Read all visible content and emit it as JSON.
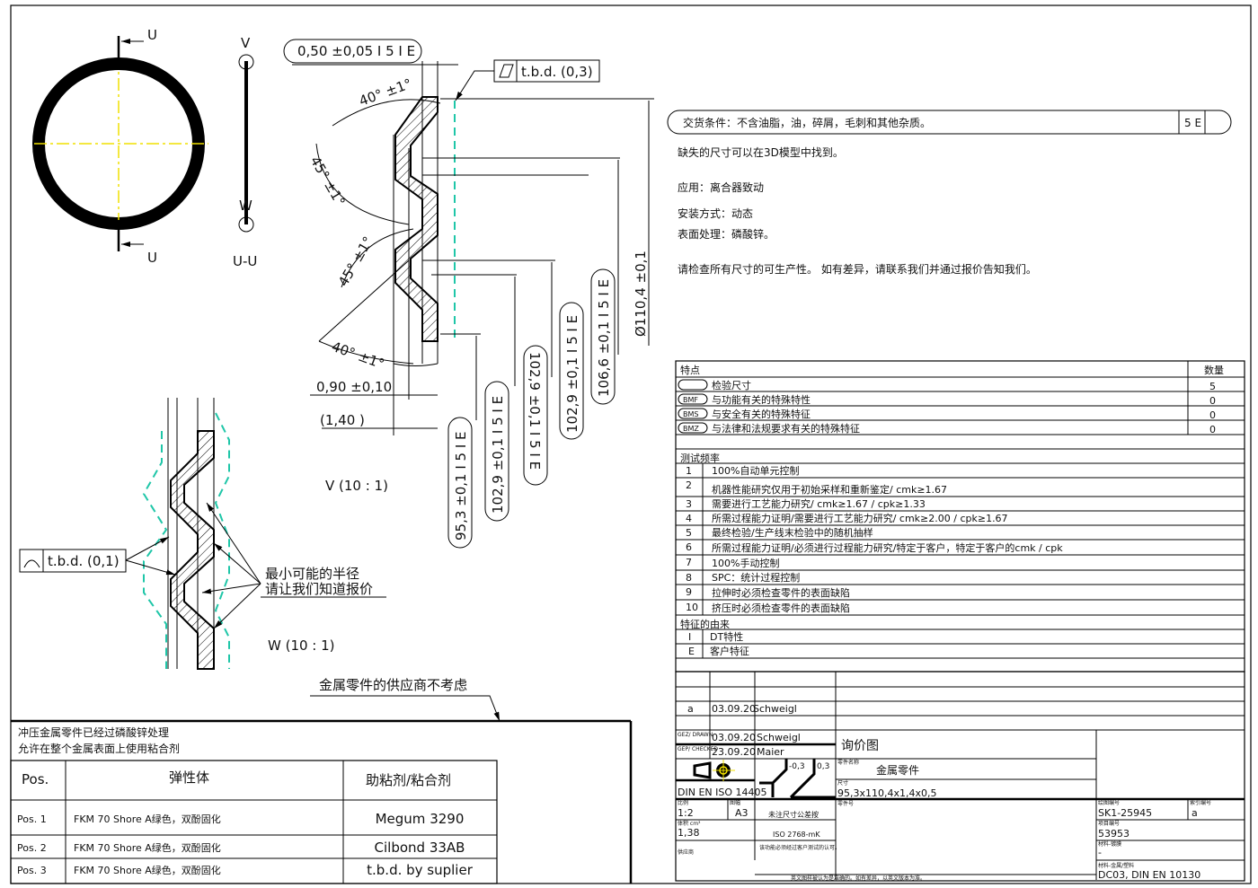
{
  "colors": {
    "line": "#000000",
    "center_line": "#f0e000",
    "phantom_line": "#1fc6a8"
  },
  "views": {
    "section_mark_top": "U",
    "section_mark_bottom": "U",
    "section_title": "U-U",
    "detail_v_mark": "V",
    "detail_w_mark": "W",
    "view_v_title": "V (10 : 1)",
    "view_w_title": "W (10 : 1)"
  },
  "dimensions": {
    "thickness": "0,50 ±0,05 I 5 I E",
    "flatness": "t.b.d. (0,3)",
    "angle_top": "40° ±1°",
    "angle_upper": "45° ±1°",
    "angle_lower": "45° ±1°",
    "angle_bottom": "40° ±1°",
    "rubber_thickness": "0,90 ±0,10",
    "total_thickness": "(1,40 )",
    "outer_diameter": "Ø110,4 ±0,1",
    "d1": "106,6 ±0,1 I 5 I E",
    "d2": "102,9 ±0,1 I 5 I E",
    "d3": "102,9 ±0,1 I 5 I E",
    "d4": "102,9 ±0,1 I 5 I E",
    "d5": "95,3 ±0,1 I 5 I E",
    "profile_tolerance": "t.b.d. (0,1)"
  },
  "annotations": {
    "min_radius_line1": "最小可能的半径",
    "min_radius_line2": "请让我们知道报价",
    "supplier_note": "金属零件的供应商不考虑"
  },
  "notes": {
    "delivery": "交货条件：不含油脂，油，碎屑，毛刺和其他杂质。",
    "delivery_code": "5 E",
    "missing_dims": "缺失的尺寸可以在3D模型中找到。",
    "application": "应用：离合器致动",
    "installation": "安装方式：动态",
    "surface": "表面处理：磷酸锌。",
    "check": "请检查所有尺寸的可生产性。 如有差异，请联系我们并通过报价告知我们。"
  },
  "characteristics": {
    "header": "特点",
    "qty_header": "数量",
    "rows": [
      {
        "symbol": "",
        "label": "检验尺寸",
        "qty": "5"
      },
      {
        "symbol": "BMF",
        "label": "与功能有关的特殊特性",
        "qty": "0"
      },
      {
        "symbol": "BMS",
        "label": "与安全有关的特殊特征",
        "qty": "0"
      },
      {
        "symbol": "BMZ",
        "label": "与法律和法规要求有关的特殊特征",
        "qty": "0"
      }
    ],
    "frequency_header": "测试频率",
    "frequency": [
      {
        "no": "1",
        "text": "100%自动单元控制"
      },
      {
        "no": "2",
        "text": "机器性能研究仅用于初始采样和重新鉴定/ cmk≥1.67"
      },
      {
        "no": "3",
        "text": "需要进行工艺能力研究/ cmk≥1.67 / cpk≥1.33"
      },
      {
        "no": "4",
        "text": "所需过程能力证明/需要进行工艺能力研究/ cmk≥2.00 / cpk≥1.67"
      },
      {
        "no": "5",
        "text": "最终检验/生产线末检验中的随机抽样"
      },
      {
        "no": "6",
        "text": "所需过程能力证明/必须进行过程能力研究/特定于客户，特定于客户的cmk / cpk"
      },
      {
        "no": "7",
        "text": "100%手动控制"
      },
      {
        "no": "8",
        "text": "SPC：统计过程控制"
      },
      {
        "no": "9",
        "text": "拉伸时必须检查零件的表面缺陷"
      },
      {
        "no": "10",
        "text": "挤压时必须检查零件的表面缺陷"
      }
    ],
    "origin_header": "特征的由来",
    "origin": [
      {
        "no": "I",
        "text": "DT特性"
      },
      {
        "no": "E",
        "text": "客户特征"
      }
    ]
  },
  "title_block": {
    "revision": {
      "index": "a",
      "date": "03.09.20",
      "name": "Schweigl"
    },
    "drawn_label": "GEZ/ DRAWN",
    "drawn_date": "03.09.20",
    "drawn_name": "Schweigl",
    "checked_label": "GEP/ CHECKED",
    "checked_date": "23.09.20",
    "checked_name": "Maier",
    "drawing_type": "询价图",
    "part_name_label": "零件名称",
    "part_name": "金属零件",
    "size_label": "尺寸",
    "size": "95,3x110,4x1,4x0,5",
    "part_no_label": "零件号",
    "standard": "DIN EN ISO 14405",
    "tol_minus": "-0,3",
    "tol_plus": "0,3",
    "scale_label": "比例",
    "scale": "1:2",
    "format_label": "图幅",
    "format": "A3",
    "general_tol_label": "未注尺寸公差按",
    "general_tol": "ISO 2768-mK",
    "volume_label": "体积 cm³",
    "volume": "1,38",
    "supplier_label": "供应商",
    "approval_note": "该功能必须经过客户测试的认可。",
    "drawing_no_label": "绘图编号",
    "drawing_no": "SK1-25945",
    "index_label": "索引编号",
    "index": "a",
    "project_no_label": "项目编号",
    "project_no": "53953",
    "material_coating_label": "材料-镀膜",
    "material_coating": "-",
    "material_label": "材料-金属/塑料",
    "material": "DC03, DIN EN 10130",
    "language_note": "英文图样被认为是准确的。如有差异，以英文版本为准。"
  },
  "materials_table": {
    "note1": "冲压金属零件已经过磷酸锌处理",
    "note2": "允许在整个金属表面上使用粘合剂",
    "headers": [
      "Pos.",
      "弹性体",
      "助粘剂/粘合剂"
    ],
    "rows": [
      [
        "Pos. 1",
        "FKM 70 Shore A绿色，双酚固化",
        "Megum 3290"
      ],
      [
        "Pos. 2",
        "FKM 70 Shore A绿色，双酚固化",
        "Cilbond 33AB"
      ],
      [
        "Pos. 3",
        "FKM 70 Shore A绿色，双酚固化",
        "t.b.d. by suplier"
      ]
    ]
  }
}
